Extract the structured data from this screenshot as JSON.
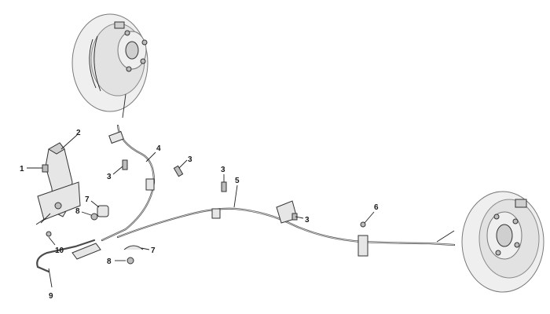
{
  "callouts": [
    {
      "id": "c1",
      "text": "1"
    },
    {
      "id": "c2",
      "text": "2"
    },
    {
      "id": "c3a",
      "text": "3"
    },
    {
      "id": "c3b",
      "text": "3"
    },
    {
      "id": "c3c",
      "text": "3"
    },
    {
      "id": "c3d",
      "text": "3"
    },
    {
      "id": "c4",
      "text": "4"
    },
    {
      "id": "c5",
      "text": "5"
    },
    {
      "id": "c6",
      "text": "6"
    },
    {
      "id": "c7a",
      "text": "7"
    },
    {
      "id": "c7b",
      "text": "7"
    },
    {
      "id": "c8a",
      "text": "8"
    },
    {
      "id": "c8b",
      "text": "8"
    },
    {
      "id": "c9",
      "text": "9"
    },
    {
      "id": "c10",
      "text": "10"
    }
  ],
  "colors": {
    "background": "#ffffff",
    "line": "#333333",
    "part_fill": "#e6e6e6"
  }
}
